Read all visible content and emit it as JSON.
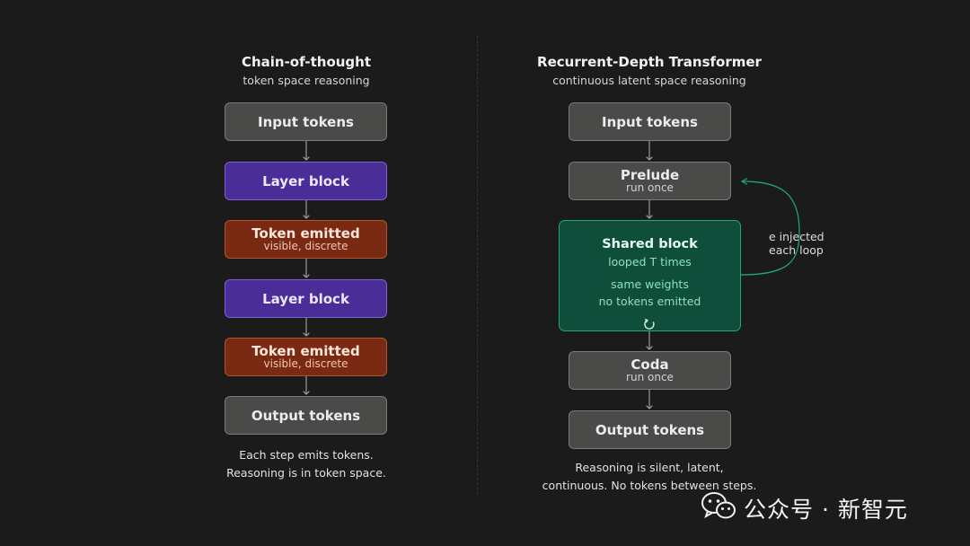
{
  "left": {
    "title": "Chain-of-thought",
    "subtitle": "token space reasoning",
    "boxes": [
      {
        "main": "Input tokens",
        "sub": ""
      },
      {
        "main": "Layer block",
        "sub": ""
      },
      {
        "main": "Token emitted",
        "sub": "visible, discrete"
      },
      {
        "main": "Layer block",
        "sub": ""
      },
      {
        "main": "Token emitted",
        "sub": "visible, discrete"
      },
      {
        "main": "Output tokens",
        "sub": ""
      }
    ],
    "note_line1": "Each step emits tokens.",
    "note_line2": "Reasoning is in token space."
  },
  "right": {
    "title": "Recurrent-Depth Transformer",
    "subtitle": "continuous latent space reasoning",
    "input": {
      "main": "Input tokens"
    },
    "prelude": {
      "main": "Prelude",
      "sub": "run once"
    },
    "shared": {
      "title": "Shared block",
      "line1": "looped T times",
      "line2": "same weights",
      "line3": "no tokens emitted"
    },
    "coda": {
      "main": "Coda",
      "sub": "run once"
    },
    "output": {
      "main": "Output tokens"
    },
    "loop_label_line1": "e injected",
    "loop_label_line2": "each loop",
    "note_line1": "Reasoning is silent, latent,",
    "note_line2": "continuous. No tokens between steps."
  },
  "watermark": {
    "text": "公众号 · 新智元",
    "icon": "wechat-icon"
  },
  "colors": {
    "background": "#1b1b1b",
    "gray_box": "#4a4a48",
    "purple_box": "#4a2d96",
    "orange_box": "#7a2a12",
    "green_box": "#0f4e3b",
    "green_accent": "#1fa879"
  }
}
